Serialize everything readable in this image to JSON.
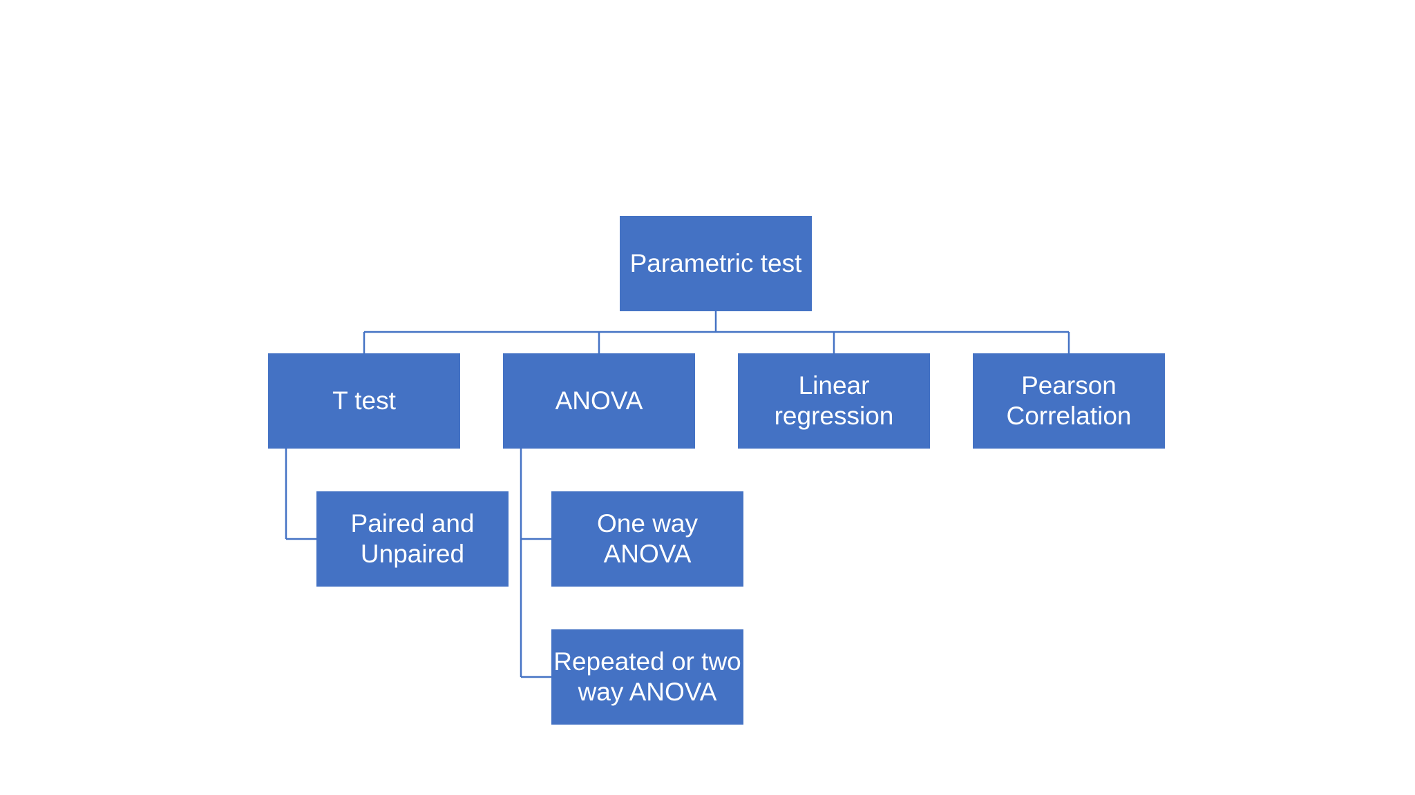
{
  "diagram": {
    "root": {
      "label": "Parametric test"
    },
    "children": [
      {
        "label": "T test"
      },
      {
        "label": "ANOVA"
      },
      {
        "label": "Linear\nregression"
      },
      {
        "label": "Pearson\nCorrelation"
      }
    ],
    "t_test_children": [
      {
        "label": "Paired and\nUnpaired"
      }
    ],
    "anova_children": [
      {
        "label": "One way ANOVA"
      },
      {
        "label": "Repeated or two\nway ANOVA"
      }
    ]
  },
  "colors": {
    "node_fill": "#4472c4",
    "node_text": "#ffffff",
    "connector": "#4472c4",
    "background": "#ffffff"
  }
}
